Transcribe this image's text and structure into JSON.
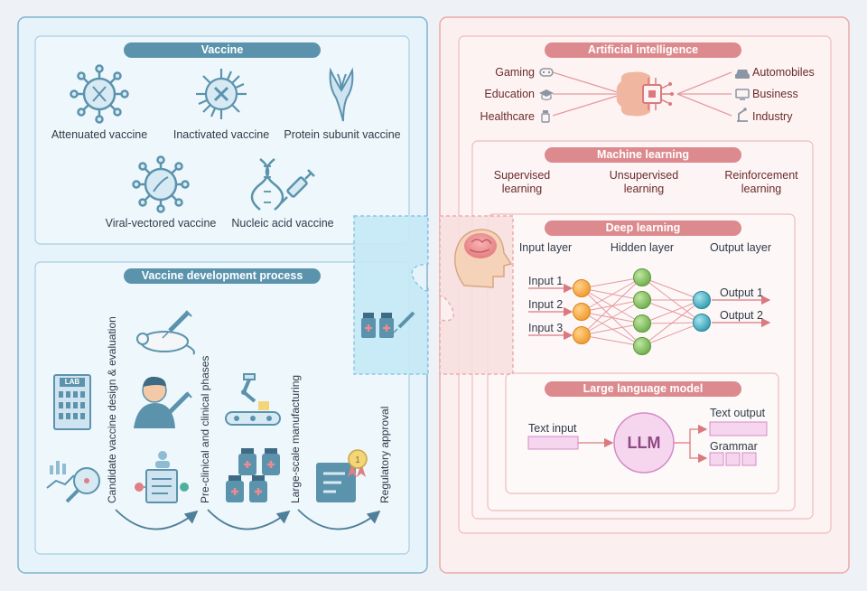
{
  "left": {
    "vaccine": {
      "title": "Vaccine",
      "types": [
        "Attenuated vaccine",
        "Inactivated vaccine",
        "Protein subunit vaccine",
        "Viral-vectored vaccine",
        "Nucleic acid vaccine"
      ]
    },
    "process": {
      "title": "Vaccine development process",
      "stages": [
        "Candidate vaccine design & evaluation",
        "Pre-clinical and clinical phases",
        "Large-scale manufacturing",
        "Regulatory approval"
      ],
      "lab_sign": "LAB"
    }
  },
  "right": {
    "ai": {
      "title": "Artificial intelligence",
      "left_items": [
        "Gaming",
        "Education",
        "Healthcare"
      ],
      "right_items": [
        "Automobiles",
        "Business",
        "Industry"
      ]
    },
    "ml": {
      "title": "Machine learning",
      "items": [
        "Supervised\nlearning",
        "Unsupervised\nlearning",
        "Reinforcement\nlearning"
      ]
    },
    "dl": {
      "title": "Deep learning",
      "layers": [
        "Input layer",
        "Hidden layer",
        "Output layer"
      ],
      "inputs": [
        "Input 1",
        "Input 2",
        "Input 3"
      ],
      "outputs": [
        "Output 1",
        "Output 2"
      ]
    },
    "llm": {
      "title": "Large language model",
      "center": "LLM",
      "text_input": "Text input",
      "text_output": "Text output",
      "grammar": "Grammar"
    }
  },
  "colors": {
    "left_panel_bg": "#e7f3fa",
    "left_border": "#7fb3cf",
    "right_panel_bg": "#fcefef",
    "right_border": "#eba9a9",
    "blue_pill": "#5b93ad",
    "red_pill": "#dc8a8e",
    "node_input": "#f2a23c",
    "node_hidden": "#79b95a",
    "node_output": "#3aa7b8",
    "llm_fill": "#f6d6ee"
  }
}
